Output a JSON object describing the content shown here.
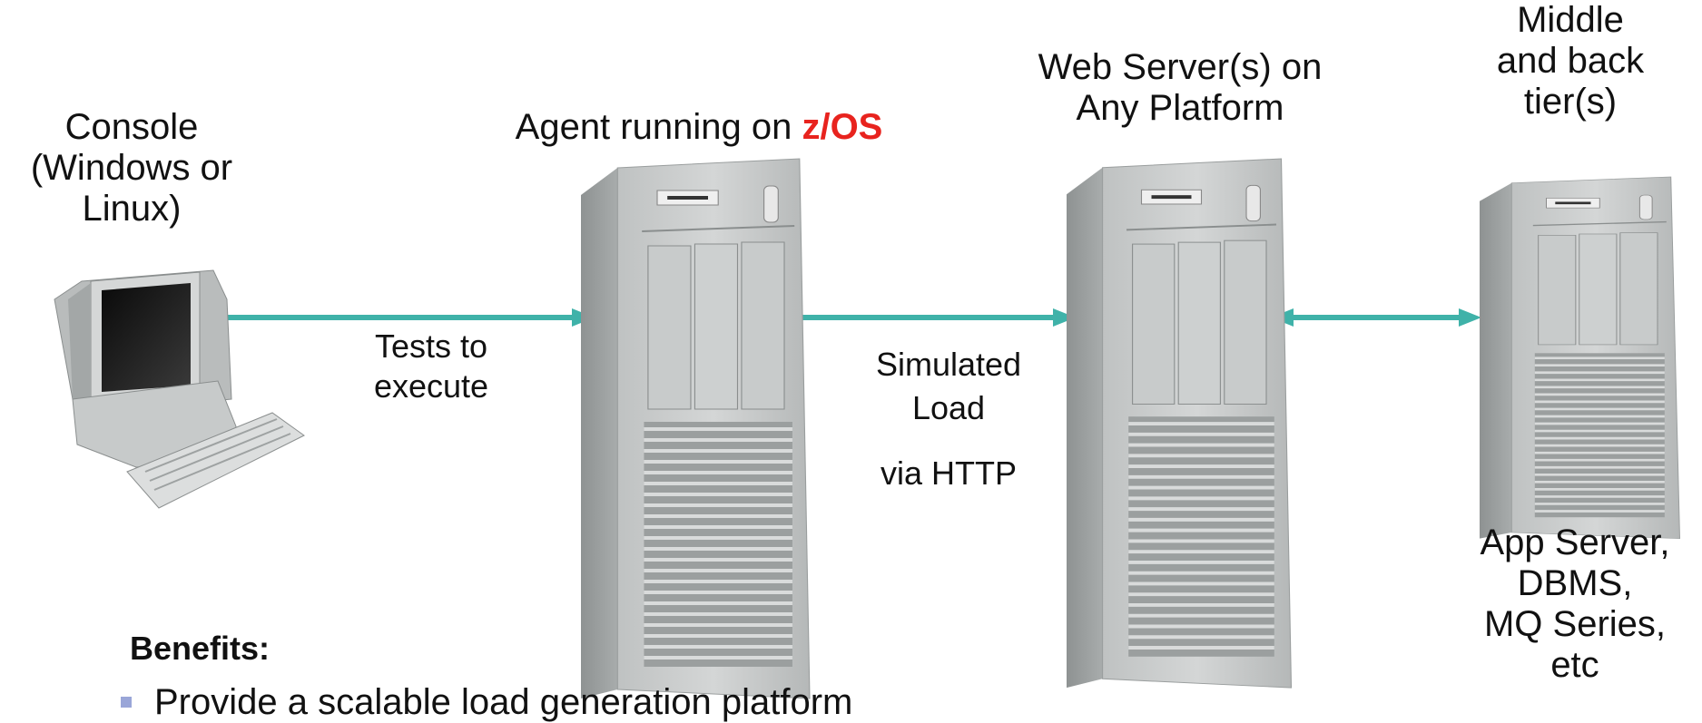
{
  "labels": {
    "console": [
      "Console",
      "(Windows or",
      "Linux)"
    ],
    "agent_prefix": "Agent running on ",
    "agent_os": "z/OS",
    "web_server": [
      "Web Server(s) on",
      "Any Platform"
    ],
    "tiers": [
      "Middle",
      "and back",
      "tier(s)"
    ],
    "app_server": [
      "App Server,",
      "DBMS,",
      "MQ Series,",
      "etc"
    ],
    "tests": [
      "Tests to",
      "execute"
    ],
    "simulated": [
      "Simulated",
      "Load"
    ],
    "via": "via HTTP"
  },
  "benefits": {
    "title": "Benefits:",
    "items": [
      "Provide a scalable load generation platform"
    ]
  },
  "colors": {
    "arrow": "#3fb2a9",
    "highlight": "#e8231e",
    "bullet": "#9aa6d8"
  },
  "icons": [
    "desktop-computer-icon",
    "tower-server-icon"
  ]
}
